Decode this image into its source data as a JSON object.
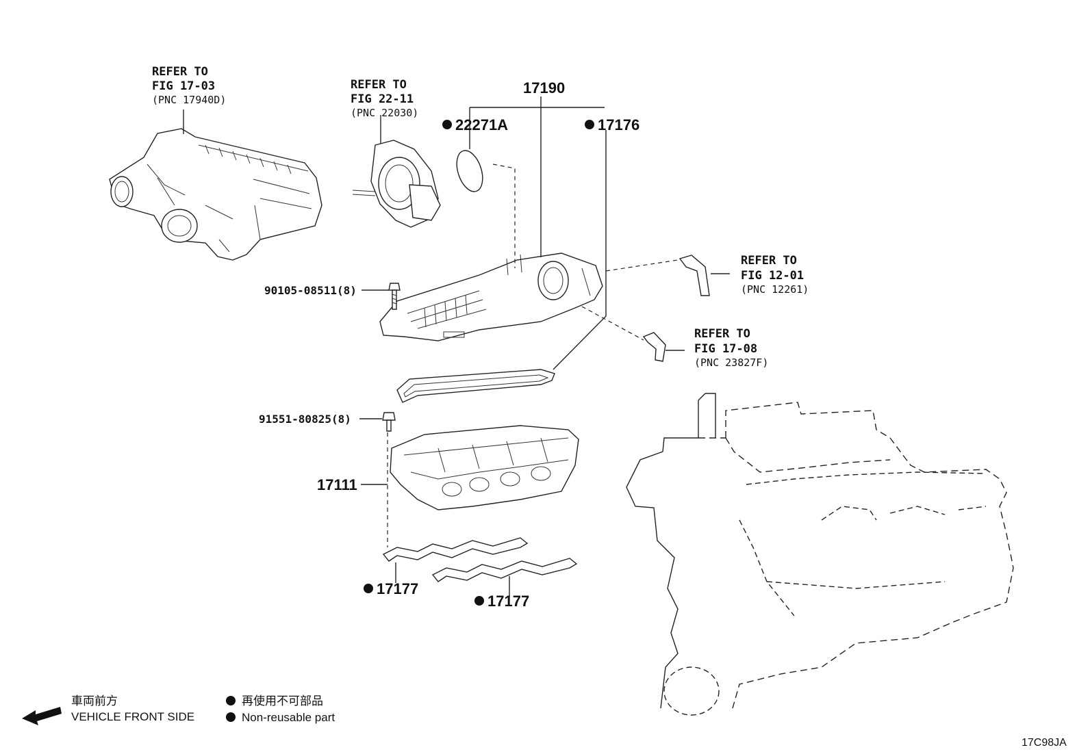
{
  "references": [
    {
      "line1": "REFER TO",
      "line2": "FIG 17-03",
      "pnc": "(PNC 17940D)"
    },
    {
      "line1": "REFER TO",
      "line2": "FIG 22-11",
      "pnc": "(PNC 22030)"
    },
    {
      "line1": "REFER TO",
      "line2": "FIG 12-01",
      "pnc": "(PNC 12261)"
    },
    {
      "line1": "REFER TO",
      "line2": "FIG 17-08",
      "pnc": "(PNC 23827F)"
    }
  ],
  "parts": {
    "p17190": "17190",
    "p22271A": "22271A",
    "p17176": "17176",
    "p90105": "90105-08511(8)",
    "p91551": "91551-80825(8)",
    "p17111": "17111",
    "p17177a": "17177",
    "p17177b": "17177"
  },
  "legend": {
    "front_jp": "車両前方",
    "front_en": "VEHICLE FRONT SIDE",
    "nonreuse_jp": "再使用不可部品",
    "nonreuse_en": "Non-reusable part"
  },
  "figure_code": "17C98JA"
}
